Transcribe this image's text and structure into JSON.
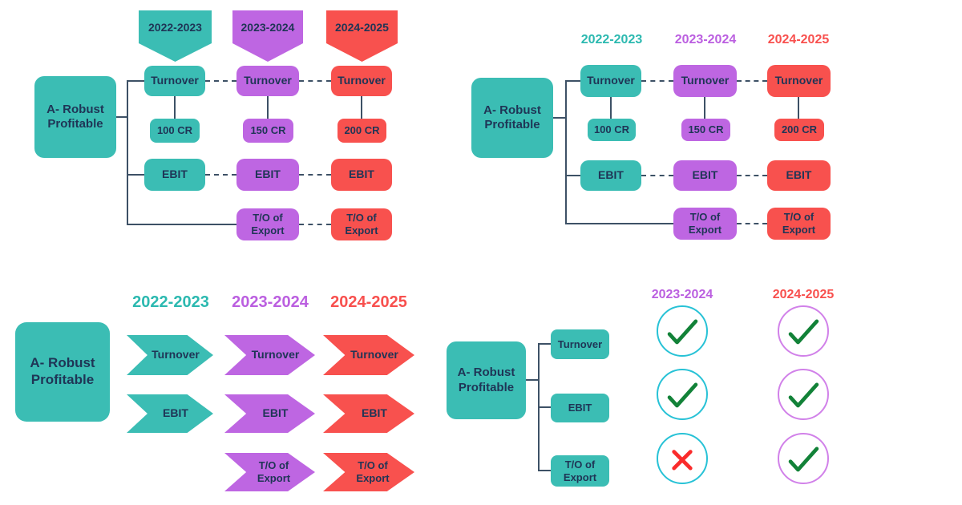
{
  "colors": {
    "teal": "#3BBDB4",
    "purple": "#BE66E2",
    "red": "#F8514E",
    "text": "#1F3556",
    "connector": "#3D5166",
    "header_teal": "#2CB9B0",
    "header_purple": "#BB5FE0",
    "header_red": "#F8504E",
    "circle_cyan": "#27C2D6",
    "circle_violet": "#D181E9",
    "check_green": "#128238",
    "cross_red": "#FA2B2B"
  },
  "top_left": {
    "banners": [
      "2022-2023",
      "2023-2024",
      "2024-2025"
    ],
    "root": "A- Robust Profitable",
    "turnover": [
      "Turnover",
      "Turnover",
      "Turnover"
    ],
    "amounts": [
      "100 CR",
      "150 CR",
      "200 CR"
    ],
    "ebit": [
      "EBIT",
      "EBIT",
      "EBIT"
    ],
    "export": [
      "T/O of Export",
      "T/O of Export"
    ]
  },
  "top_right": {
    "headers": [
      "2022-2023",
      "2023-2024",
      "2024-2025"
    ],
    "root": "A- Robust Profitable",
    "turnover": [
      "Turnover",
      "Turnover",
      "Turnover"
    ],
    "amounts": [
      "100 CR",
      "150 CR",
      "200 CR"
    ],
    "ebit": [
      "EBIT",
      "EBIT",
      "EBIT"
    ],
    "export": [
      "T/O of Export",
      "T/O of Export"
    ]
  },
  "bottom_left": {
    "headers": [
      "2022-2023",
      "2023-2024",
      "2024-2025"
    ],
    "root": "A- Robust Profitable",
    "turnover": [
      "Turnover",
      "Turnover",
      "Turnover"
    ],
    "ebit": [
      "EBIT",
      "EBIT",
      "EBIT"
    ],
    "export": [
      "T/O of Export",
      "T/O of Export"
    ]
  },
  "bottom_right": {
    "headers": [
      "2023-2024",
      "2024-2025"
    ],
    "root": "A- Robust Profitable",
    "items": [
      "Turnover",
      "EBIT",
      "T/O of Export"
    ],
    "marks": {
      "col1": [
        "check",
        "check",
        "cross"
      ],
      "col2": [
        "check",
        "check",
        "check"
      ]
    }
  }
}
